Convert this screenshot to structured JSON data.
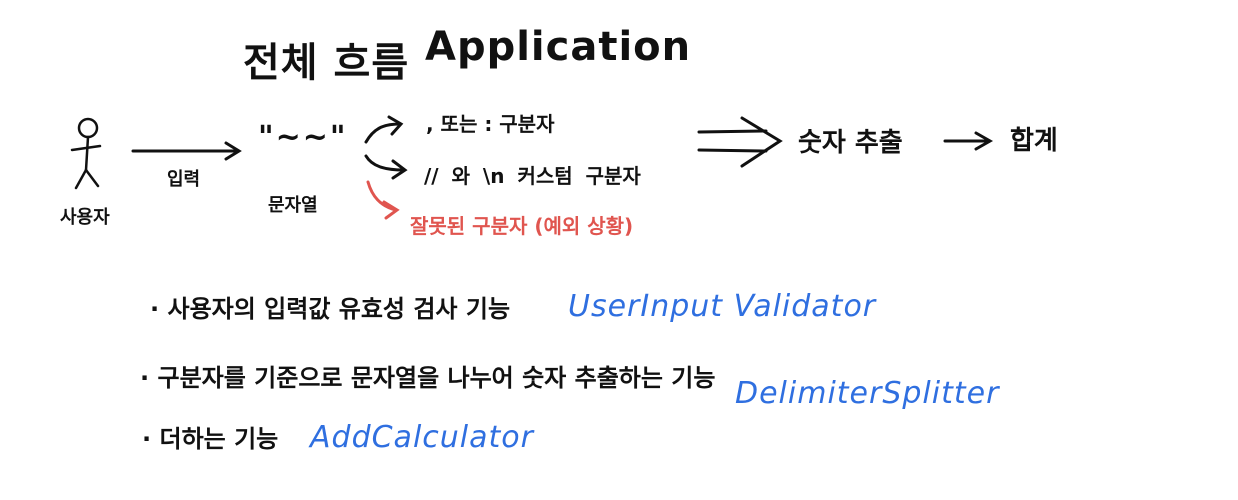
{
  "title": {
    "korean": "전체 흐름",
    "english": "Application"
  },
  "flow": {
    "actor_label": "사용자",
    "input_label": "입력",
    "string_symbol": "\"~~\"",
    "string_label": "문자열",
    "branch_1": ", 또는 : 구분자",
    "branch_2": "// 와 \\n 커스텀 구분자",
    "branch_error": "잘못된 구분자 (예외 상황)",
    "extract_label": "숫자 추출",
    "sum_label": "합계"
  },
  "features": [
    {
      "text": "사용자의 입력값 유효성 검사 기능",
      "class_name": "UserInput Validator"
    },
    {
      "text": "구분자를 기준으로 문자열을 나누어 숫자 추출하는 기능",
      "class_name": "DelimiterSplitter"
    },
    {
      "text": "더하는 기능",
      "class_name": "AddCalculator"
    }
  ],
  "colors": {
    "ink": "#111111",
    "error": "#e0554f",
    "class": "#2f6fe0"
  }
}
